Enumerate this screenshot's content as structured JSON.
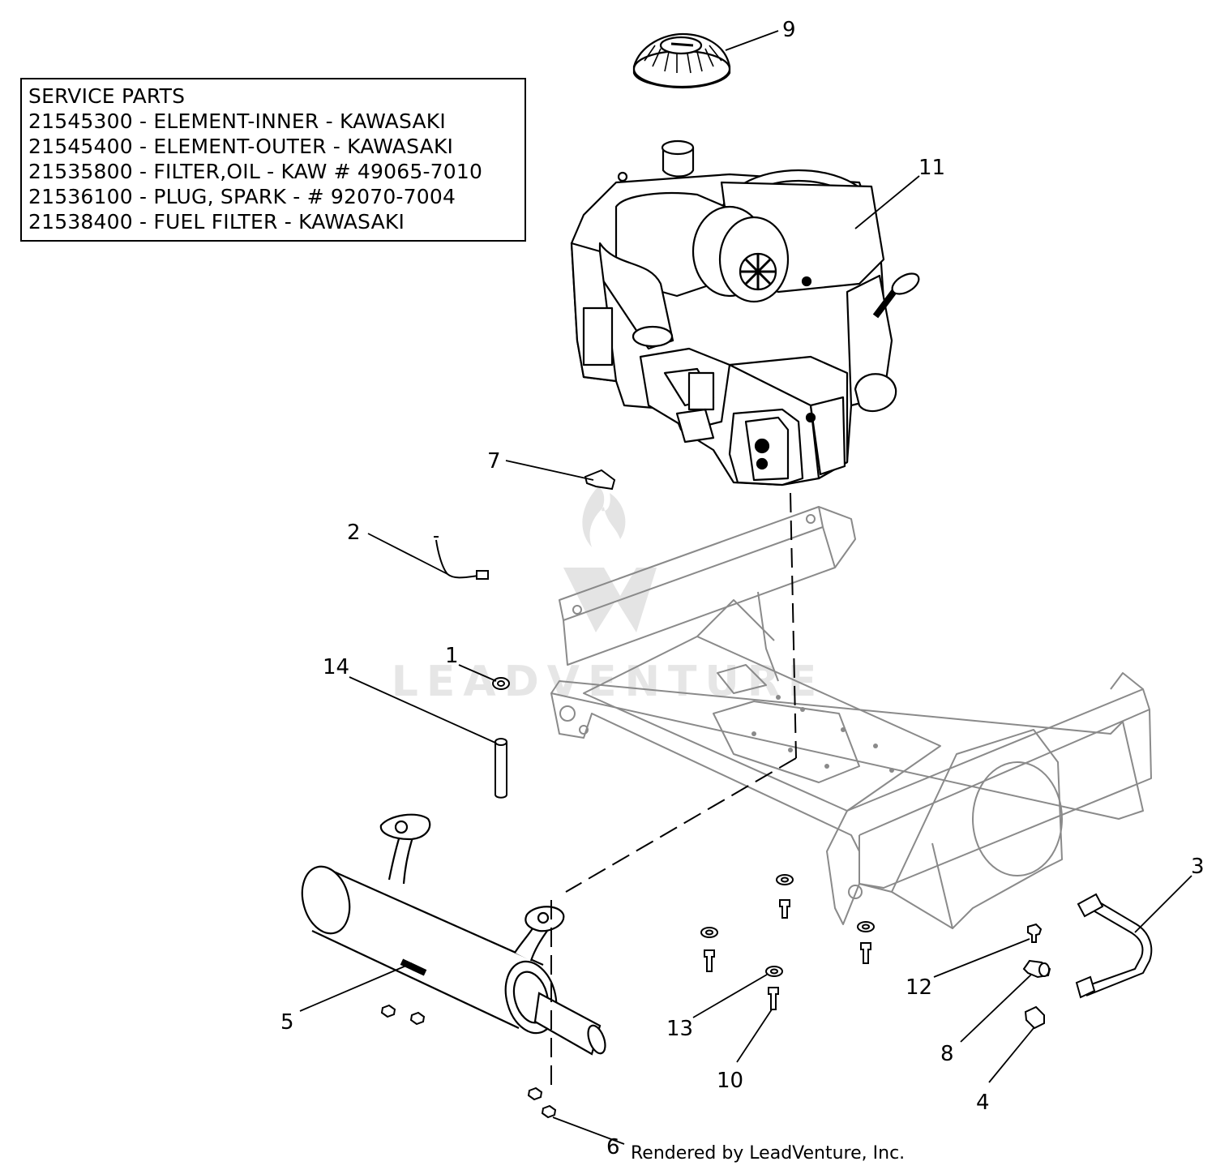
{
  "service_parts": {
    "heading": "SERVICE PARTS",
    "lines": [
      "21545300 - ELEMENT-INNER - KAWASAKI",
      "21545400 - ELEMENT-OUTER - KAWASAKI",
      "21535800 - FILTER,OIL - KAW # 49065-7010",
      "21536100 - PLUG, SPARK - # 92070-7004",
      "21538400 - FUEL FILTER - KAWASAKI"
    ]
  },
  "callouts": {
    "c1": "1",
    "c2": "2",
    "c3": "3",
    "c4": "4",
    "c5": "5",
    "c6": "6",
    "c7": "7",
    "c8": "8",
    "c9": "9",
    "c10": "10",
    "c11": "11",
    "c12": "12",
    "c13": "13",
    "c14": "14"
  },
  "watermark": {
    "text": "LEADVENTURE"
  },
  "footer": {
    "text": "Rendered by LeadVenture, Inc."
  },
  "colors": {
    "ink": "#000000",
    "frame": "#8a8a8a",
    "watermark": "#d8d8d8"
  }
}
